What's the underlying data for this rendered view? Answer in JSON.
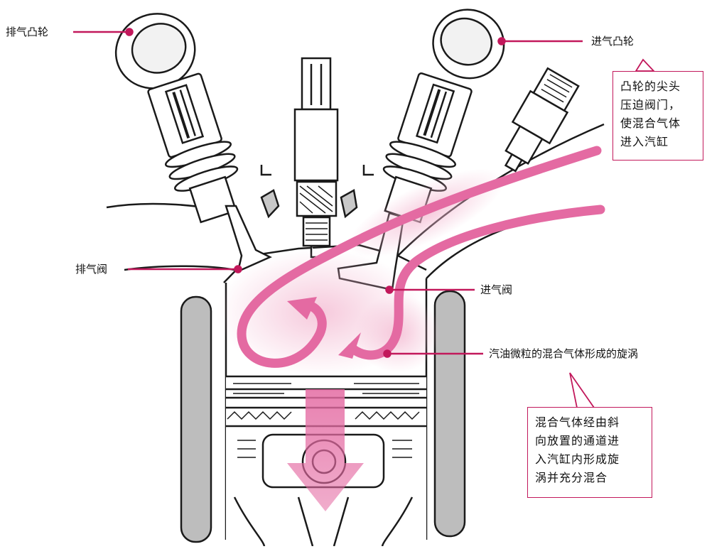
{
  "labels": {
    "exhaust_cam": "排气凸轮",
    "intake_cam": "进气凸轮",
    "exhaust_valve": "排气阀",
    "intake_valve": "进气阀",
    "swirl": "汽油微粒的混合气体形成的旋涡"
  },
  "callouts": {
    "cam_note": [
      "凸轮的尖头",
      "压迫阀门，",
      "使混合气体",
      "进入汽缸"
    ],
    "swirl_note": [
      "混合气体经由斜",
      "向放置的通道进",
      "入汽缸内形成旋",
      "涡并充分混合"
    ]
  },
  "colors": {
    "accent": "#c2185b",
    "flow": "#e46aa2",
    "mist": "#f3b7d0",
    "outline": "#1a1a1a",
    "wall_fill": "#bdbdbd"
  }
}
